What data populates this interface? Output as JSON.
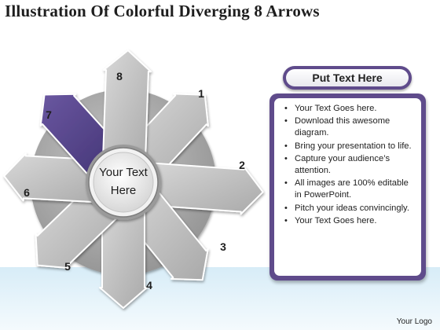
{
  "title": "Illustration Of Colorful Diverging 8 Arrows",
  "center": {
    "line1": "Your Text",
    "line2": "Here"
  },
  "arrows": [
    {
      "number": "1",
      "highlighted": false
    },
    {
      "number": "2",
      "highlighted": false
    },
    {
      "number": "3",
      "highlighted": false
    },
    {
      "number": "4",
      "highlighted": false
    },
    {
      "number": "5",
      "highlighted": false
    },
    {
      "number": "6",
      "highlighted": false
    },
    {
      "number": "7",
      "highlighted": true
    },
    {
      "number": "8",
      "highlighted": false
    }
  ],
  "colors": {
    "accent": "#5f4b8b",
    "arrow_gray": "#bdbdbd",
    "arrow_highlight": "#4f3f80"
  },
  "panel": {
    "header": "Put Text Here",
    "bullets": [
      "Your Text Goes here.",
      "Download this awesome diagram.",
      "Bring your presentation to life.",
      "Capture your audience’s attention.",
      "All images are 100% editable in PowerPoint.",
      "Pitch your ideas convincingly.",
      "Your Text Goes here."
    ]
  },
  "footer": {
    "logo": "Your Logo"
  }
}
